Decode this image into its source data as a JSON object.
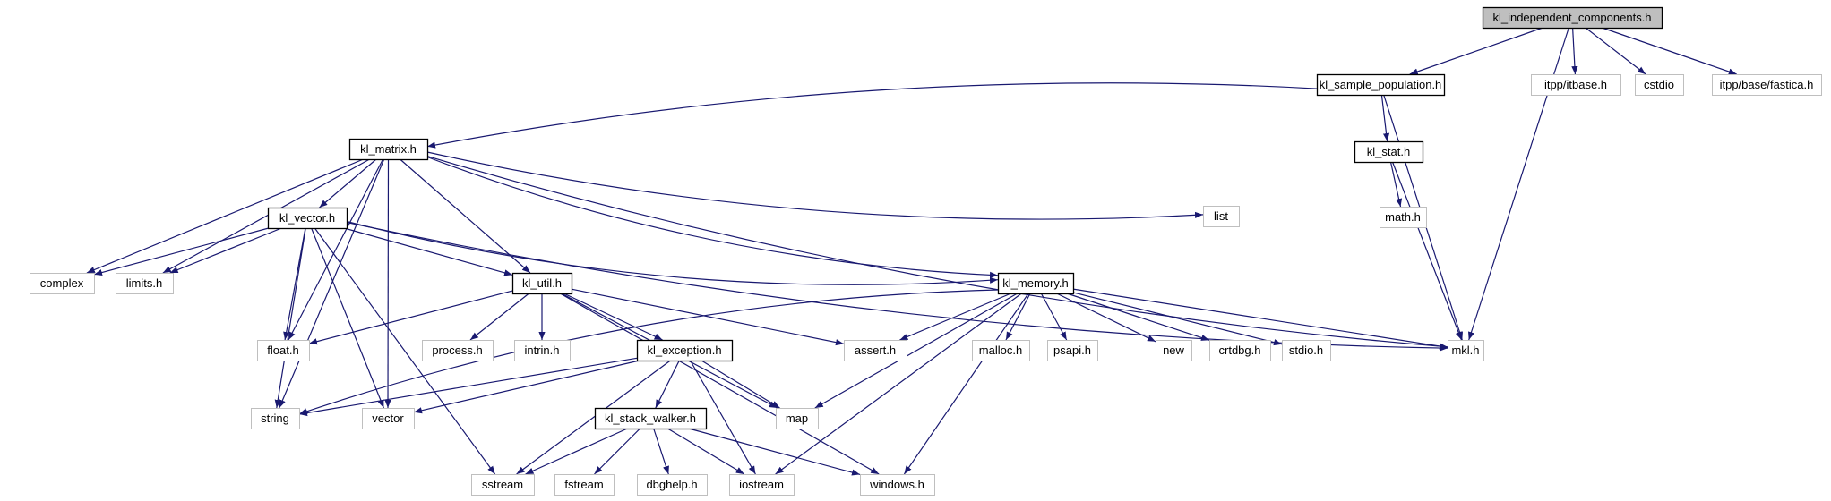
{
  "diagram": {
    "title": "kl_independent_components.h",
    "colors": {
      "edge": "#191970",
      "node_border_project": "#000000",
      "node_border_external": "#bfbfbf",
      "root_fill": "#bfbfbf",
      "node_fill": "#ffffff"
    },
    "nodes": [
      {
        "id": "root",
        "label": "kl_independent_components.h",
        "kind": "root"
      },
      {
        "id": "sample_pop",
        "label": "kl_sample_population.h",
        "kind": "project"
      },
      {
        "id": "itbase",
        "label": "itpp/itbase.h",
        "kind": "external"
      },
      {
        "id": "cstdio",
        "label": "cstdio",
        "kind": "external"
      },
      {
        "id": "fastica",
        "label": "itpp/base/fastica.h",
        "kind": "external"
      },
      {
        "id": "matrix",
        "label": "kl_matrix.h",
        "kind": "project"
      },
      {
        "id": "stat",
        "label": "kl_stat.h",
        "kind": "project"
      },
      {
        "id": "math",
        "label": "math.h",
        "kind": "external"
      },
      {
        "id": "list",
        "label": "list",
        "kind": "external"
      },
      {
        "id": "vector_h",
        "label": "kl_vector.h",
        "kind": "project"
      },
      {
        "id": "complex",
        "label": "complex",
        "kind": "external"
      },
      {
        "id": "limits",
        "label": "limits.h",
        "kind": "external"
      },
      {
        "id": "util",
        "label": "kl_util.h",
        "kind": "project"
      },
      {
        "id": "memory",
        "label": "kl_memory.h",
        "kind": "project"
      },
      {
        "id": "float",
        "label": "float.h",
        "kind": "external"
      },
      {
        "id": "process",
        "label": "process.h",
        "kind": "external"
      },
      {
        "id": "intrin",
        "label": "intrin.h",
        "kind": "external"
      },
      {
        "id": "exception",
        "label": "kl_exception.h",
        "kind": "project"
      },
      {
        "id": "assert",
        "label": "assert.h",
        "kind": "external"
      },
      {
        "id": "malloc",
        "label": "malloc.h",
        "kind": "external"
      },
      {
        "id": "psapi",
        "label": "psapi.h",
        "kind": "external"
      },
      {
        "id": "new",
        "label": "new",
        "kind": "external"
      },
      {
        "id": "crtdbg",
        "label": "crtdbg.h",
        "kind": "external"
      },
      {
        "id": "stdio",
        "label": "stdio.h",
        "kind": "external"
      },
      {
        "id": "mkl",
        "label": "mkl.h",
        "kind": "external"
      },
      {
        "id": "string",
        "label": "string",
        "kind": "external"
      },
      {
        "id": "vector",
        "label": "vector",
        "kind": "external"
      },
      {
        "id": "map",
        "label": "map",
        "kind": "external"
      },
      {
        "id": "stack_walker",
        "label": "kl_stack_walker.h",
        "kind": "project"
      },
      {
        "id": "sstream",
        "label": "sstream",
        "kind": "external"
      },
      {
        "id": "fstream",
        "label": "fstream",
        "kind": "external"
      },
      {
        "id": "dbghelp",
        "label": "dbghelp.h",
        "kind": "external"
      },
      {
        "id": "iostream",
        "label": "iostream",
        "kind": "external"
      },
      {
        "id": "windows",
        "label": "windows.h",
        "kind": "external"
      }
    ],
    "edges": [
      [
        "root",
        "sample_pop"
      ],
      [
        "root",
        "itbase"
      ],
      [
        "root",
        "cstdio"
      ],
      [
        "root",
        "fastica"
      ],
      [
        "root",
        "mkl"
      ],
      [
        "sample_pop",
        "matrix"
      ],
      [
        "sample_pop",
        "stat"
      ],
      [
        "sample_pop",
        "mkl"
      ],
      [
        "stat",
        "math"
      ],
      [
        "stat",
        "mkl"
      ],
      [
        "matrix",
        "vector_h"
      ],
      [
        "matrix",
        "list"
      ],
      [
        "matrix",
        "complex"
      ],
      [
        "matrix",
        "limits"
      ],
      [
        "matrix",
        "float"
      ],
      [
        "matrix",
        "string"
      ],
      [
        "matrix",
        "vector"
      ],
      [
        "matrix",
        "util"
      ],
      [
        "matrix",
        "memory"
      ],
      [
        "matrix",
        "mkl"
      ],
      [
        "vector_h",
        "complex"
      ],
      [
        "vector_h",
        "limits"
      ],
      [
        "vector_h",
        "float"
      ],
      [
        "vector_h",
        "string"
      ],
      [
        "vector_h",
        "vector"
      ],
      [
        "vector_h",
        "sstream"
      ],
      [
        "vector_h",
        "util"
      ],
      [
        "vector_h",
        "memory"
      ],
      [
        "vector_h",
        "mkl"
      ],
      [
        "util",
        "float"
      ],
      [
        "util",
        "process"
      ],
      [
        "util",
        "intrin"
      ],
      [
        "util",
        "exception"
      ],
      [
        "util",
        "assert"
      ],
      [
        "util",
        "map"
      ],
      [
        "util",
        "windows"
      ],
      [
        "memory",
        "assert"
      ],
      [
        "memory",
        "malloc"
      ],
      [
        "memory",
        "psapi"
      ],
      [
        "memory",
        "new"
      ],
      [
        "memory",
        "crtdbg"
      ],
      [
        "memory",
        "stdio"
      ],
      [
        "memory",
        "mkl"
      ],
      [
        "memory",
        "string"
      ],
      [
        "memory",
        "map"
      ],
      [
        "memory",
        "iostream"
      ],
      [
        "memory",
        "windows"
      ],
      [
        "exception",
        "string"
      ],
      [
        "exception",
        "vector"
      ],
      [
        "exception",
        "map"
      ],
      [
        "exception",
        "stack_walker"
      ],
      [
        "exception",
        "sstream"
      ],
      [
        "exception",
        "iostream"
      ],
      [
        "stack_walker",
        "sstream"
      ],
      [
        "stack_walker",
        "fstream"
      ],
      [
        "stack_walker",
        "dbghelp"
      ],
      [
        "stack_walker",
        "iostream"
      ],
      [
        "stack_walker",
        "windows"
      ]
    ]
  }
}
